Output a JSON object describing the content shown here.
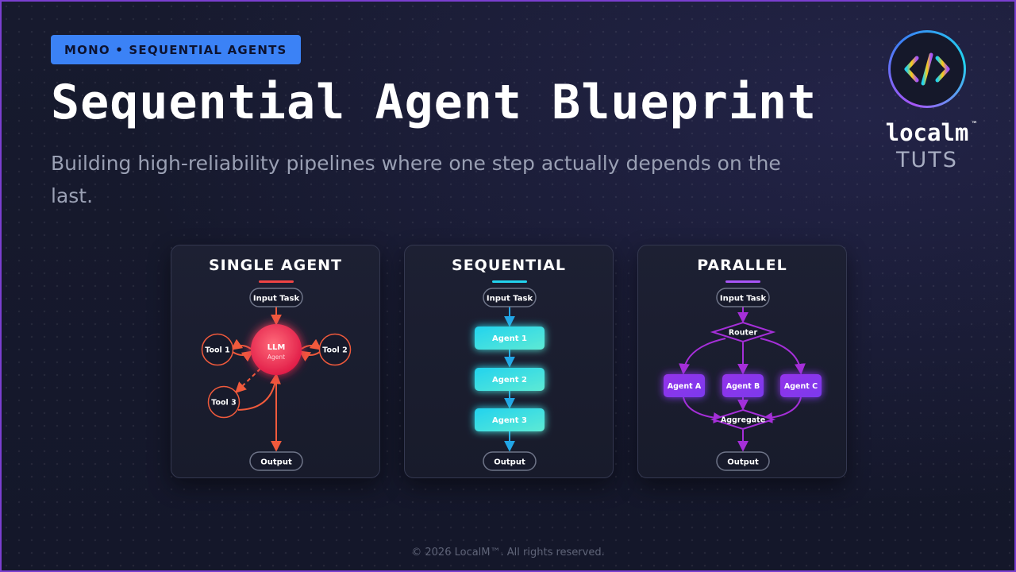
{
  "header": {
    "badge": "MONO • SEQUENTIAL AGENTS",
    "title": "Sequential Agent Blueprint",
    "subtitle": "Building high-reliability pipelines where one step actually depends on the last."
  },
  "logo": {
    "word": "localm",
    "tm": "™",
    "sub": "TUTS"
  },
  "cards": {
    "single": {
      "title": "SINGLE AGENT",
      "accent": "#ef4444",
      "input": "Input Task",
      "llm": "LLM",
      "llm_sub": "Agent",
      "tool1": "Tool 1",
      "tool2": "Tool 2",
      "tool3": "Tool 3",
      "output": "Output"
    },
    "sequential": {
      "title": "SEQUENTIAL",
      "accent": "#22d3ee",
      "input": "Input Task",
      "agent1": "Agent 1",
      "agent2": "Agent 2",
      "agent3": "Agent 3",
      "output": "Output"
    },
    "parallel": {
      "title": "PARALLEL",
      "accent": "#a855f7",
      "input": "Input Task",
      "router": "Router",
      "agentA": "Agent A",
      "agentB": "Agent B",
      "agentC": "Agent C",
      "aggregate": "Aggregate",
      "output": "Output"
    }
  },
  "footer": "© 2026 LocalM™. All rights reserved."
}
